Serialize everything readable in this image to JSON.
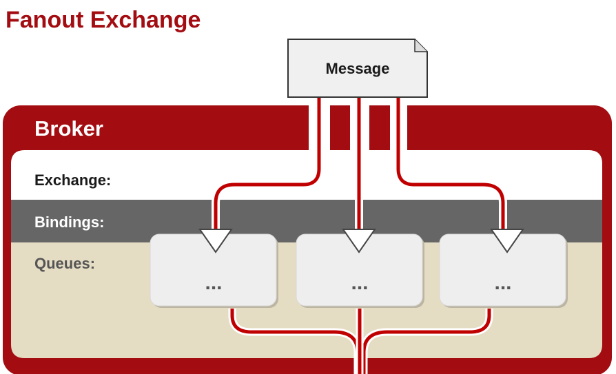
{
  "title": "Fanout Exchange",
  "message": {
    "label": "Message"
  },
  "broker": {
    "label": "Broker"
  },
  "rows": {
    "exchange": "Exchange:",
    "bindings": "Bindings:",
    "queues": "Queues:"
  },
  "queues": [
    {
      "label": "..."
    },
    {
      "label": "..."
    },
    {
      "label": "..."
    }
  ],
  "colors": {
    "brand_red": "#a30d12",
    "title_red": "#a30d12",
    "bindings_gray": "#666666",
    "queues_beige": "#e5dcc4",
    "box_fill": "#eeeeee",
    "white": "#ffffff"
  }
}
